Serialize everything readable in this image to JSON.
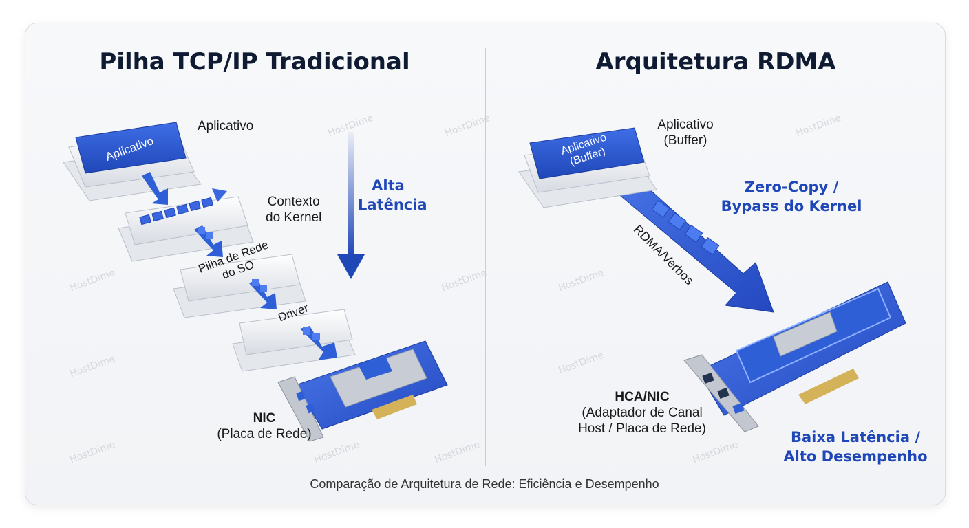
{
  "left": {
    "title": "Pilha TCP/IP Tradicional",
    "block_app": "Aplicativo",
    "label_app": "Aplicativo",
    "label_kernel": [
      "Contexto",
      "do Kernel"
    ],
    "block_stack": [
      "Pilha de Rede",
      "do SO"
    ],
    "block_driver": "Driver",
    "latency": [
      "Alta",
      "Latência"
    ],
    "nic_title": "NIC",
    "nic_sub": "(Placa de Rede)"
  },
  "right": {
    "title": "Arquitetura RDMA",
    "block_app": [
      "Aplicativo",
      "(Buffer)"
    ],
    "label_app": [
      "Aplicativo",
      "(Buffer)"
    ],
    "zero_copy": [
      "Zero-Copy /",
      "Bypass do Kernel"
    ],
    "arrow_label": "RDMA/Verbos",
    "hca_title": "HCA/NIC",
    "hca_sub": [
      "(Adaptador de Canal",
      "Host / Placa de Rede)"
    ],
    "perf": [
      "Baixa Latência /",
      "Alto Desempenho"
    ]
  },
  "caption": "Comparação de Arquitetura de Rede: Eficiência e Desempenho",
  "watermark": "HostDime",
  "colors": {
    "accent": "#1f47b8",
    "card_blue": "#2f5fd6",
    "title": "#0f1b33"
  }
}
